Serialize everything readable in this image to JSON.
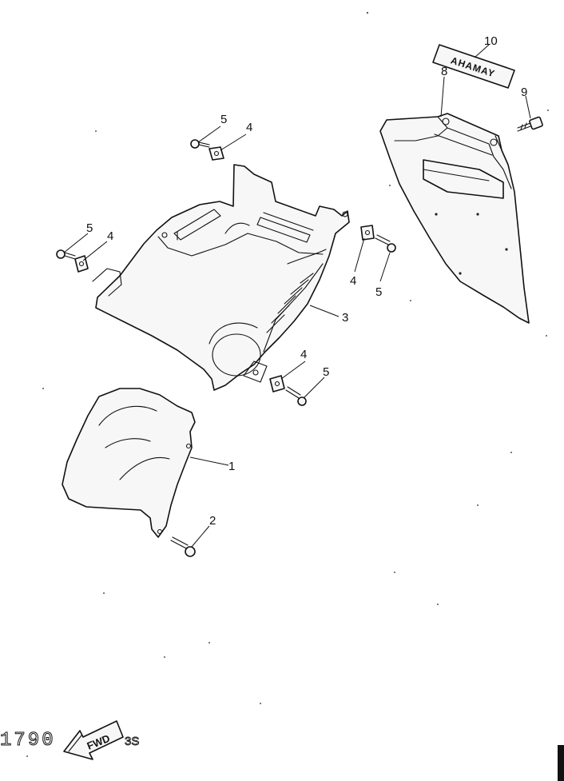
{
  "callouts": {
    "c1": "1",
    "c2": "2",
    "c3": "3",
    "c4a": "4",
    "c4b": "4",
    "c4c": "4",
    "c4d": "4",
    "c5a": "5",
    "c5b": "5",
    "c5c": "5",
    "c5d": "5",
    "c8": "8",
    "c9": "9",
    "c10": "10"
  },
  "decal_text": "AHAMAY",
  "footer": {
    "diagram_code": "1790",
    "direction_label": "FWD",
    "suffix": "3S"
  }
}
